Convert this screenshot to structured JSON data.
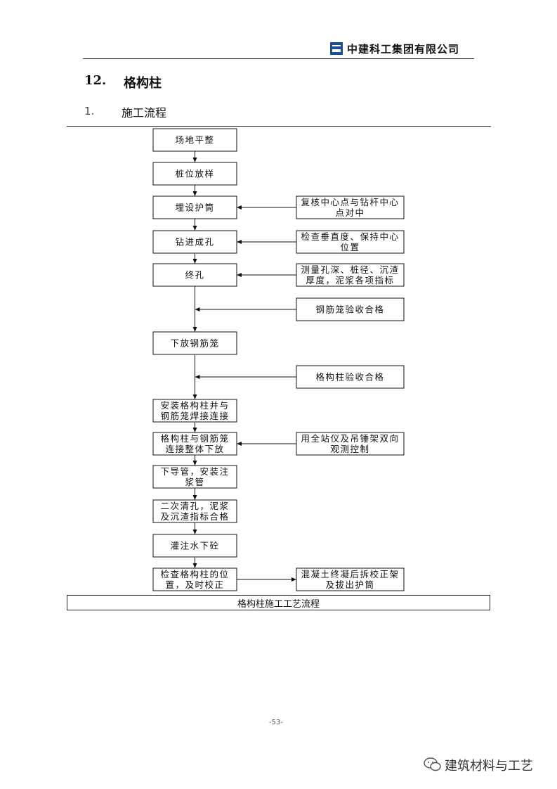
{
  "header": {
    "company": "中建科工集团有限公司"
  },
  "section": {
    "number": "12.",
    "title": "格构柱"
  },
  "subsection": {
    "number": "1.",
    "title": "施工流程"
  },
  "flow": {
    "steps": [
      [
        "场地平整"
      ],
      [
        "桩位放样"
      ],
      [
        "埋设护筒"
      ],
      [
        "钻进成孔"
      ],
      [
        "终孔"
      ],
      [
        "下放钢筋笼"
      ],
      [
        "安装格构柱并与",
        "钢筋笼焊接连接"
      ],
      [
        "格构柱与钢筋笼",
        "连接整体下放"
      ],
      [
        "下导管，安装注",
        "浆管"
      ],
      [
        "二次清孔，泥浆",
        "及沉渣指标合格"
      ],
      [
        "灌注水下砼"
      ],
      [
        "检查格构柱的位",
        "置，及时校正"
      ]
    ],
    "side_notes": [
      [
        "复核中心点与钻杆中心",
        "点对中"
      ],
      [
        "检查垂直度、保持中心",
        "位置"
      ],
      [
        "测量孔深、桩径、沉渣",
        "厚度，泥浆各项指标"
      ],
      [
        "钢筋笼验收合格"
      ],
      [
        "格构柱验收合格"
      ],
      [
        "用全站仪及吊锤架双向",
        "观测控制"
      ],
      [
        "混凝土终凝后拆校正架",
        "及拔出护筒"
      ]
    ]
  },
  "caption": "格构柱施工工艺流程",
  "footer": {
    "page_number": "-53-"
  },
  "watermark": {
    "text": "建筑材料与工艺",
    "icon": "wechat-icon"
  }
}
